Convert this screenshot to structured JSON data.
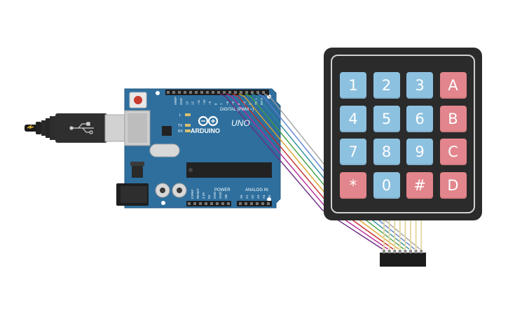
{
  "keypad": {
    "rows": [
      [
        "1",
        "2",
        "3",
        "A"
      ],
      [
        "4",
        "5",
        "6",
        "B"
      ],
      [
        "7",
        "8",
        "9",
        "C"
      ],
      [
        "*",
        "0",
        "#",
        "D"
      ]
    ],
    "letter_column_color": "#e3858c",
    "digit_color": "#8dc1e0",
    "body_color": "#2b2b2b"
  },
  "arduino": {
    "brand": "ARDUINO",
    "model": "UNO",
    "digital_label": "DIGITAL (PWM ~)",
    "power_label": "POWER",
    "analog_label": "ANALOG IN",
    "board_color": "#2e6f9e",
    "led_labels": [
      "L",
      "TX",
      "RX"
    ],
    "top_pin_labels": [
      "AREF",
      "GND",
      "13",
      "12",
      "~11",
      "~10",
      "~9",
      "8",
      "7",
      "~6",
      "~5",
      "4",
      "~3",
      "2",
      "TX 1",
      "RX 0"
    ],
    "power_pin_labels": [
      "IOREF",
      "RESET",
      "3.3V",
      "5V",
      "GND",
      "GND",
      "Vin"
    ],
    "analog_pin_labels": [
      "A0",
      "A1",
      "A2",
      "A3",
      "A4",
      "A5"
    ]
  },
  "wire_colors": [
    "#6a2a80",
    "#b5289a",
    "#c42b2b",
    "#d9a32a",
    "#40a040",
    "#2a8a9a",
    "#5a7fd0",
    "#a0a0a0"
  ]
}
